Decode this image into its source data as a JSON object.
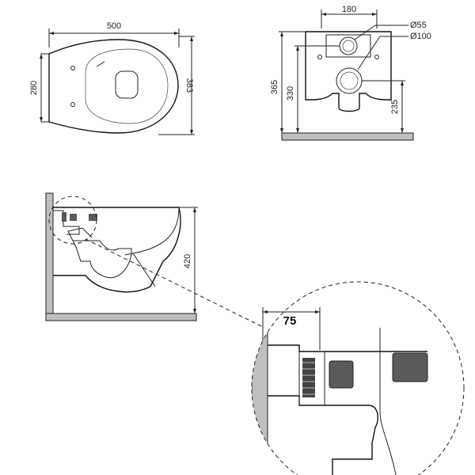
{
  "dimensions": {
    "top_view_width": "500",
    "top_view_depth": "280",
    "top_view_length": "383",
    "rear_width": "180",
    "rear_dia_small": "Ø55",
    "rear_dia_large": "Ø100",
    "rear_height_total": "365",
    "rear_height_inlet": "330",
    "rear_height_outlet": "235",
    "side_height": "420",
    "detail_offset": "75"
  },
  "colors": {
    "wall": "#bfbfbf",
    "fixing_block": "#5a5a5a",
    "line": "#222222"
  }
}
